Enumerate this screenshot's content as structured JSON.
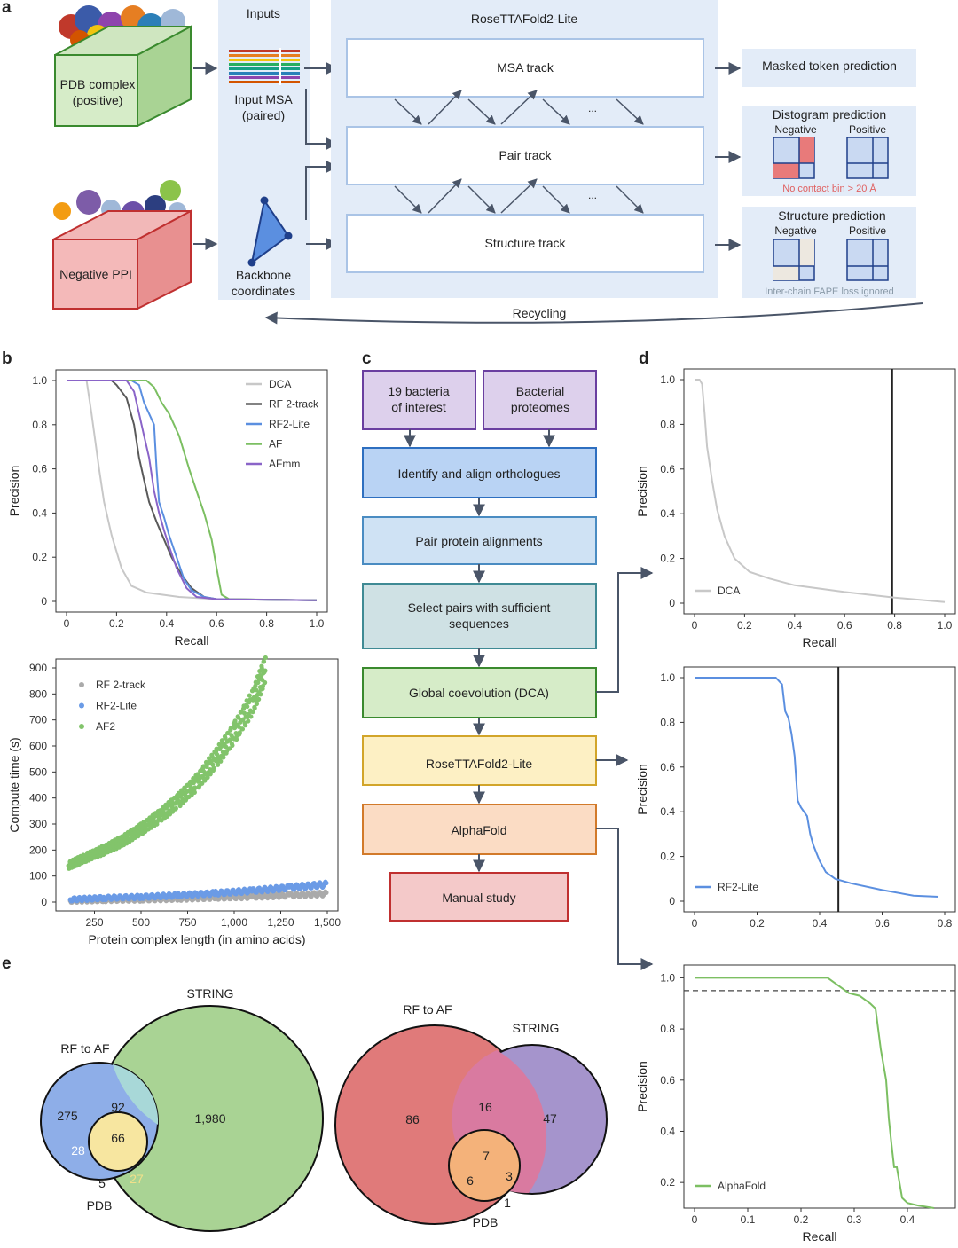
{
  "panel_labels": {
    "a": "a",
    "b": "b",
    "c": "c",
    "d": "d",
    "e": "e"
  },
  "panel_a": {
    "pdb_box": "PDB complex\n(positive)",
    "neg_box": "Negative PPI",
    "inputs_title": "Inputs",
    "input_msa": "Input MSA\n(paired)",
    "backbone": "Backbone\ncoordinates",
    "model_title": "RoseTTAFold2-Lite",
    "tracks": [
      "MSA track",
      "Pair track",
      "Structure track"
    ],
    "ellipsis": "...",
    "masked": "Masked token prediction",
    "distogram_title": "Distogram prediction",
    "structure_title": "Structure prediction",
    "negative": "Negative",
    "positive": "Positive",
    "no_contact": "No contact bin > 20 Å",
    "fape": "Inter-chain FAPE loss ignored",
    "recycling": "Recycling",
    "colors": {
      "track_bg": "#e3ecf8",
      "track_border": "#aac4e6",
      "pdb_green": "#b9daa5",
      "neg_red": "#ea9797",
      "contact_red": "#e87a7a"
    }
  },
  "panel_c": {
    "boxes": [
      "19 bacteria\nof interest",
      "Bacterial\nproteomes",
      "Identify and align orthologues",
      "Pair protein alignments",
      "Select pairs with sufficient\nsequences",
      "Global coevolution (DCA)",
      "RoseTTAFold2-Lite",
      "AlphaFold",
      "Manual study"
    ]
  },
  "chart_data": [
    {
      "id": "b_top",
      "type": "line",
      "xlabel": "Recall",
      "ylabel": "Precision",
      "xlim": [
        0,
        1.0
      ],
      "ylim": [
        0,
        1.0
      ],
      "xticks": [
        "0",
        "0.2",
        "0.4",
        "0.6",
        "0.8",
        "1.0"
      ],
      "yticks": [
        "0",
        "0.2",
        "0.4",
        "0.6",
        "0.8",
        "1.0"
      ],
      "legend": "top-right",
      "series": [
        {
          "name": "DCA",
          "color": "#c8c8c8",
          "points": [
            [
              0,
              1
            ],
            [
              0.08,
              1
            ],
            [
              0.1,
              0.85
            ],
            [
              0.13,
              0.6
            ],
            [
              0.15,
              0.45
            ],
            [
              0.18,
              0.3
            ],
            [
              0.22,
              0.15
            ],
            [
              0.26,
              0.07
            ],
            [
              0.32,
              0.04
            ],
            [
              0.45,
              0.02
            ],
            [
              0.6,
              0.01
            ],
            [
              1.0,
              0.005
            ]
          ]
        },
        {
          "name": "RF 2-track",
          "color": "#5a5a5a",
          "points": [
            [
              0,
              1
            ],
            [
              0.18,
              1
            ],
            [
              0.2,
              0.98
            ],
            [
              0.24,
              0.92
            ],
            [
              0.27,
              0.8
            ],
            [
              0.29,
              0.65
            ],
            [
              0.31,
              0.55
            ],
            [
              0.33,
              0.45
            ],
            [
              0.36,
              0.36
            ],
            [
              0.39,
              0.28
            ],
            [
              0.42,
              0.2
            ],
            [
              0.46,
              0.12
            ],
            [
              0.5,
              0.06
            ],
            [
              0.55,
              0.02
            ],
            [
              0.6,
              0.01
            ],
            [
              1.0,
              0.005
            ]
          ]
        },
        {
          "name": "RF2-Lite",
          "color": "#5b8fe0",
          "points": [
            [
              0,
              1
            ],
            [
              0.26,
              1
            ],
            [
              0.29,
              0.98
            ],
            [
              0.31,
              0.9
            ],
            [
              0.33,
              0.85
            ],
            [
              0.35,
              0.8
            ],
            [
              0.36,
              0.6
            ],
            [
              0.37,
              0.45
            ],
            [
              0.39,
              0.38
            ],
            [
              0.41,
              0.3
            ],
            [
              0.44,
              0.2
            ],
            [
              0.47,
              0.1
            ],
            [
              0.5,
              0.05
            ],
            [
              0.55,
              0.02
            ],
            [
              0.6,
              0.01
            ],
            [
              1.0,
              0.005
            ]
          ]
        },
        {
          "name": "AF",
          "color": "#7cbf62",
          "points": [
            [
              0,
              1
            ],
            [
              0.32,
              1
            ],
            [
              0.35,
              0.97
            ],
            [
              0.38,
              0.9
            ],
            [
              0.41,
              0.85
            ],
            [
              0.45,
              0.75
            ],
            [
              0.49,
              0.6
            ],
            [
              0.52,
              0.5
            ],
            [
              0.55,
              0.4
            ],
            [
              0.58,
              0.28
            ],
            [
              0.6,
              0.15
            ],
            [
              0.62,
              0.03
            ],
            [
              0.65,
              0.01
            ],
            [
              1.0,
              0.005
            ]
          ]
        },
        {
          "name": "AFmm",
          "color": "#8a64c8",
          "points": [
            [
              0,
              1
            ],
            [
              0.24,
              1
            ],
            [
              0.27,
              0.95
            ],
            [
              0.29,
              0.85
            ],
            [
              0.31,
              0.75
            ],
            [
              0.33,
              0.65
            ],
            [
              0.35,
              0.5
            ],
            [
              0.37,
              0.4
            ],
            [
              0.39,
              0.32
            ],
            [
              0.41,
              0.25
            ],
            [
              0.44,
              0.15
            ],
            [
              0.48,
              0.06
            ],
            [
              0.52,
              0.02
            ],
            [
              0.6,
              0.01
            ],
            [
              1.0,
              0.005
            ]
          ]
        }
      ]
    },
    {
      "id": "b_bottom",
      "type": "scatter",
      "xlabel": "Protein complex length (in amino acids)",
      "ylabel": "Compute time (s)",
      "xlim": [
        100,
        1500
      ],
      "ylim": [
        0,
        900
      ],
      "xticks": [
        "250",
        "500",
        "750",
        "1,000",
        "1,250",
        "1,500"
      ],
      "yticks": [
        "0",
        "100",
        "200",
        "300",
        "400",
        "500",
        "600",
        "700",
        "800",
        "900"
      ],
      "legend": "top-left",
      "series": [
        {
          "name": "RF 2-track",
          "color": "#aaaaaa",
          "points": [
            [
              120,
              5
            ],
            [
              300,
              8
            ],
            [
              500,
              10
            ],
            [
              700,
              13
            ],
            [
              900,
              17
            ],
            [
              1100,
              21
            ],
            [
              1300,
              26
            ],
            [
              1500,
              32
            ]
          ]
        },
        {
          "name": "RF2-Lite",
          "color": "#6b9be6",
          "points": [
            [
              120,
              10
            ],
            [
              300,
              16
            ],
            [
              500,
              20
            ],
            [
              700,
              26
            ],
            [
              900,
              34
            ],
            [
              1100,
              44
            ],
            [
              1300,
              56
            ],
            [
              1500,
              68
            ]
          ]
        },
        {
          "name": "AF2",
          "color": "#82c46b",
          "points": [
            [
              110,
              140
            ],
            [
              200,
              170
            ],
            [
              300,
              200
            ],
            [
              400,
              235
            ],
            [
              500,
              280
            ],
            [
              600,
              330
            ],
            [
              700,
              390
            ],
            [
              800,
              460
            ],
            [
              900,
              550
            ],
            [
              1000,
              650
            ],
            [
              1100,
              770
            ],
            [
              1170,
              900
            ]
          ]
        }
      ]
    },
    {
      "id": "d_dca",
      "type": "line",
      "xlabel": "Recall",
      "ylabel": "Precision",
      "xlim": [
        0,
        1.0
      ],
      "ylim": [
        0,
        1.0
      ],
      "xticks": [
        "0",
        "0.2",
        "0.4",
        "0.6",
        "0.8",
        "1.0"
      ],
      "yticks": [
        "0",
        "0.2",
        "0.4",
        "0.6",
        "0.8",
        "1.0"
      ],
      "legend": "bottom-left",
      "vline": 0.79,
      "series": [
        {
          "name": "DCA",
          "color": "#c8c8c8",
          "points": [
            [
              0,
              1
            ],
            [
              0.02,
              1
            ],
            [
              0.03,
              0.98
            ],
            [
              0.04,
              0.85
            ],
            [
              0.05,
              0.7
            ],
            [
              0.07,
              0.55
            ],
            [
              0.09,
              0.42
            ],
            [
              0.12,
              0.3
            ],
            [
              0.16,
              0.2
            ],
            [
              0.22,
              0.14
            ],
            [
              0.3,
              0.11
            ],
            [
              0.4,
              0.08
            ],
            [
              0.6,
              0.05
            ],
            [
              0.8,
              0.025
            ],
            [
              1.0,
              0.005
            ]
          ]
        }
      ]
    },
    {
      "id": "d_rf2lite",
      "type": "line",
      "xlabel": "",
      "ylabel": "Precision",
      "xlim": [
        0,
        0.8
      ],
      "ylim": [
        0,
        1.0
      ],
      "xticks": [
        "0",
        "0.2",
        "0.4",
        "0.6",
        "0.8"
      ],
      "yticks": [
        "0",
        "0.2",
        "0.4",
        "0.6",
        "0.8",
        "1.0"
      ],
      "legend": "bottom-left",
      "vline": 0.46,
      "series": [
        {
          "name": "RF2-Lite",
          "color": "#5b8fe0",
          "points": [
            [
              0,
              1
            ],
            [
              0.26,
              1
            ],
            [
              0.28,
              0.97
            ],
            [
              0.29,
              0.85
            ],
            [
              0.3,
              0.82
            ],
            [
              0.31,
              0.75
            ],
            [
              0.32,
              0.65
            ],
            [
              0.33,
              0.45
            ],
            [
              0.34,
              0.42
            ],
            [
              0.36,
              0.38
            ],
            [
              0.37,
              0.3
            ],
            [
              0.38,
              0.25
            ],
            [
              0.4,
              0.18
            ],
            [
              0.42,
              0.13
            ],
            [
              0.45,
              0.1
            ],
            [
              0.5,
              0.08
            ],
            [
              0.6,
              0.05
            ],
            [
              0.7,
              0.025
            ],
            [
              0.78,
              0.02
            ]
          ]
        }
      ]
    },
    {
      "id": "d_alphafold",
      "type": "line",
      "xlabel": "Recall",
      "ylabel": "Precision",
      "xlim": [
        0,
        0.47
      ],
      "ylim": [
        0.1,
        1.05
      ],
      "xticks": [
        "0",
        "0.1",
        "0.2",
        "0.3",
        "0.4"
      ],
      "yticks": [
        "0.2",
        "0.4",
        "0.6",
        "0.8",
        "1.0"
      ],
      "legend": "bottom-left",
      "hline": 0.95,
      "series": [
        {
          "name": "AlphaFold",
          "color": "#7cbf62",
          "points": [
            [
              0,
              1
            ],
            [
              0.25,
              1
            ],
            [
              0.27,
              0.97
            ],
            [
              0.29,
              0.94
            ],
            [
              0.31,
              0.93
            ],
            [
              0.33,
              0.9
            ],
            [
              0.34,
              0.88
            ],
            [
              0.345,
              0.8
            ],
            [
              0.35,
              0.72
            ],
            [
              0.36,
              0.6
            ],
            [
              0.365,
              0.45
            ],
            [
              0.37,
              0.35
            ],
            [
              0.375,
              0.26
            ],
            [
              0.38,
              0.26
            ],
            [
              0.385,
              0.2
            ],
            [
              0.39,
              0.14
            ],
            [
              0.4,
              0.12
            ],
            [
              0.42,
              0.11
            ],
            [
              0.45,
              0.1
            ]
          ]
        }
      ]
    }
  ],
  "panel_e": {
    "venn1": {
      "a_label": "RF to AF",
      "b_label": "STRING",
      "c_label": "PDB",
      "a_only": "275",
      "a_b": "92",
      "b_only": "1,980",
      "a_b_c": "66",
      "a_c": "28",
      "b_c": "27",
      "c_only": "5"
    },
    "venn2": {
      "a_label": "RF to AF",
      "b_label": "STRING",
      "c_label": "PDB",
      "a_only": "86",
      "a_b": "16",
      "b_only": "47",
      "a_b_c": "7",
      "a_c": "6",
      "b_c": "3",
      "c_only": "1"
    }
  }
}
